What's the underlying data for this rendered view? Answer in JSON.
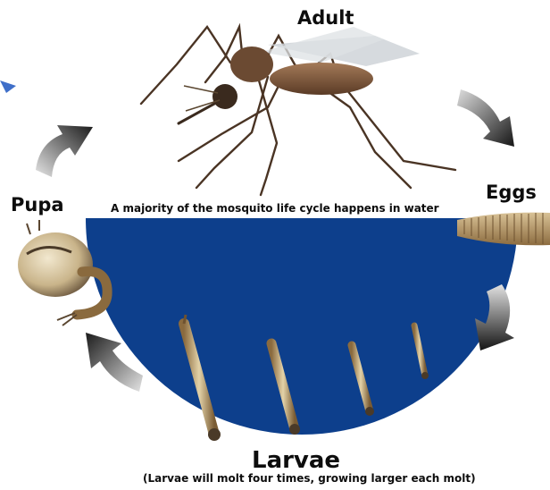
{
  "stages": {
    "adult": "Adult",
    "eggs": "Eggs",
    "larvae": "Larvae",
    "pupa": "Pupa"
  },
  "captions": {
    "water": "A majority of the mosquito life cycle happens in water",
    "larvae_note": "(Larvae will molt four times, growing larger each molt)"
  },
  "colors": {
    "water": "#0d3f8c",
    "text": "#0d0d0d",
    "arrow_light": "#d8d8d8",
    "arrow_dark": "#1a1a1a",
    "insect_body": "#7a5840",
    "insect_dark": "#3a2a1e",
    "wing": "#cfd4d8",
    "pupa_shell": "#d9c9a6",
    "egg_raft": "#b99a6a",
    "marker": "#3f6fc9"
  },
  "icons": [
    "cycle-arrow",
    "mosquito-adult",
    "egg-raft",
    "larva",
    "pupa",
    "triangle-marker"
  ]
}
